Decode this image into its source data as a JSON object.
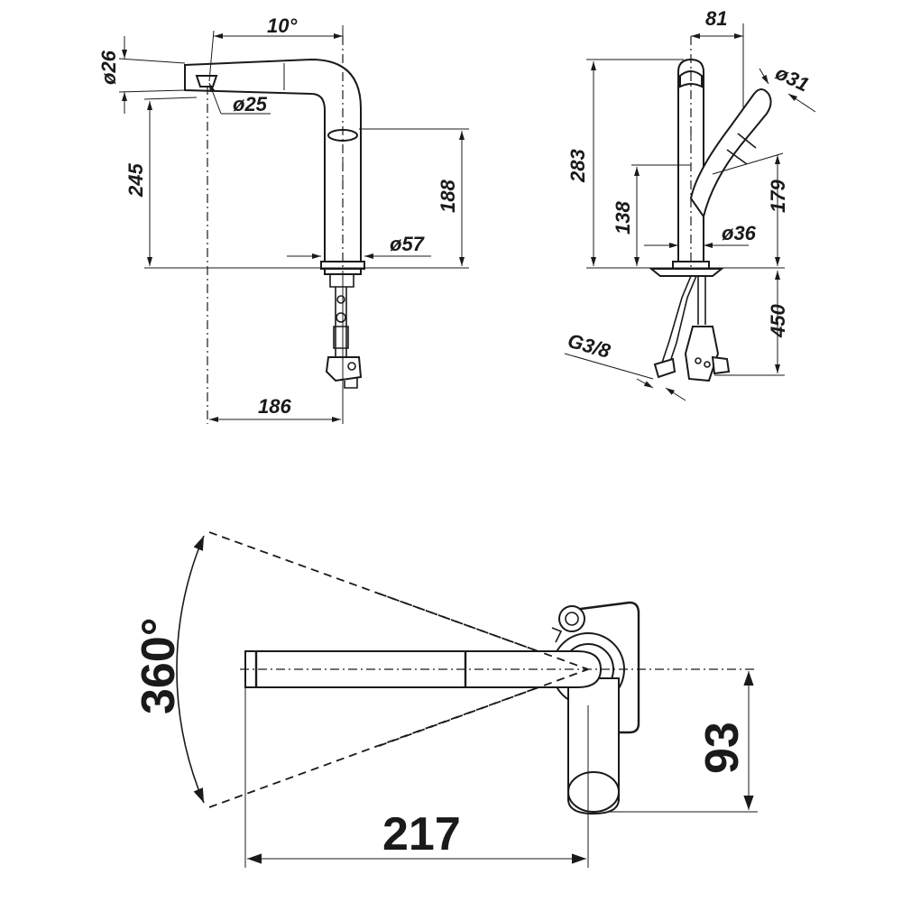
{
  "side_view": {
    "dims": {
      "angle": "10°",
      "dia_top": "ø26",
      "dia_spout": "ø25",
      "height_spout": "245",
      "height_body": "188",
      "dia_base": "ø57",
      "reach": "186"
    }
  },
  "front_view": {
    "dims": {
      "width": "81",
      "dia_handle": "ø31",
      "height_total": "283",
      "height_handle_top": "179",
      "height_lower": "138",
      "dia_body": "ø36",
      "hose_length": "450",
      "thread": "G3/8"
    }
  },
  "top_view": {
    "dims": {
      "rotation": "360°",
      "reach": "217",
      "offset": "93"
    }
  }
}
